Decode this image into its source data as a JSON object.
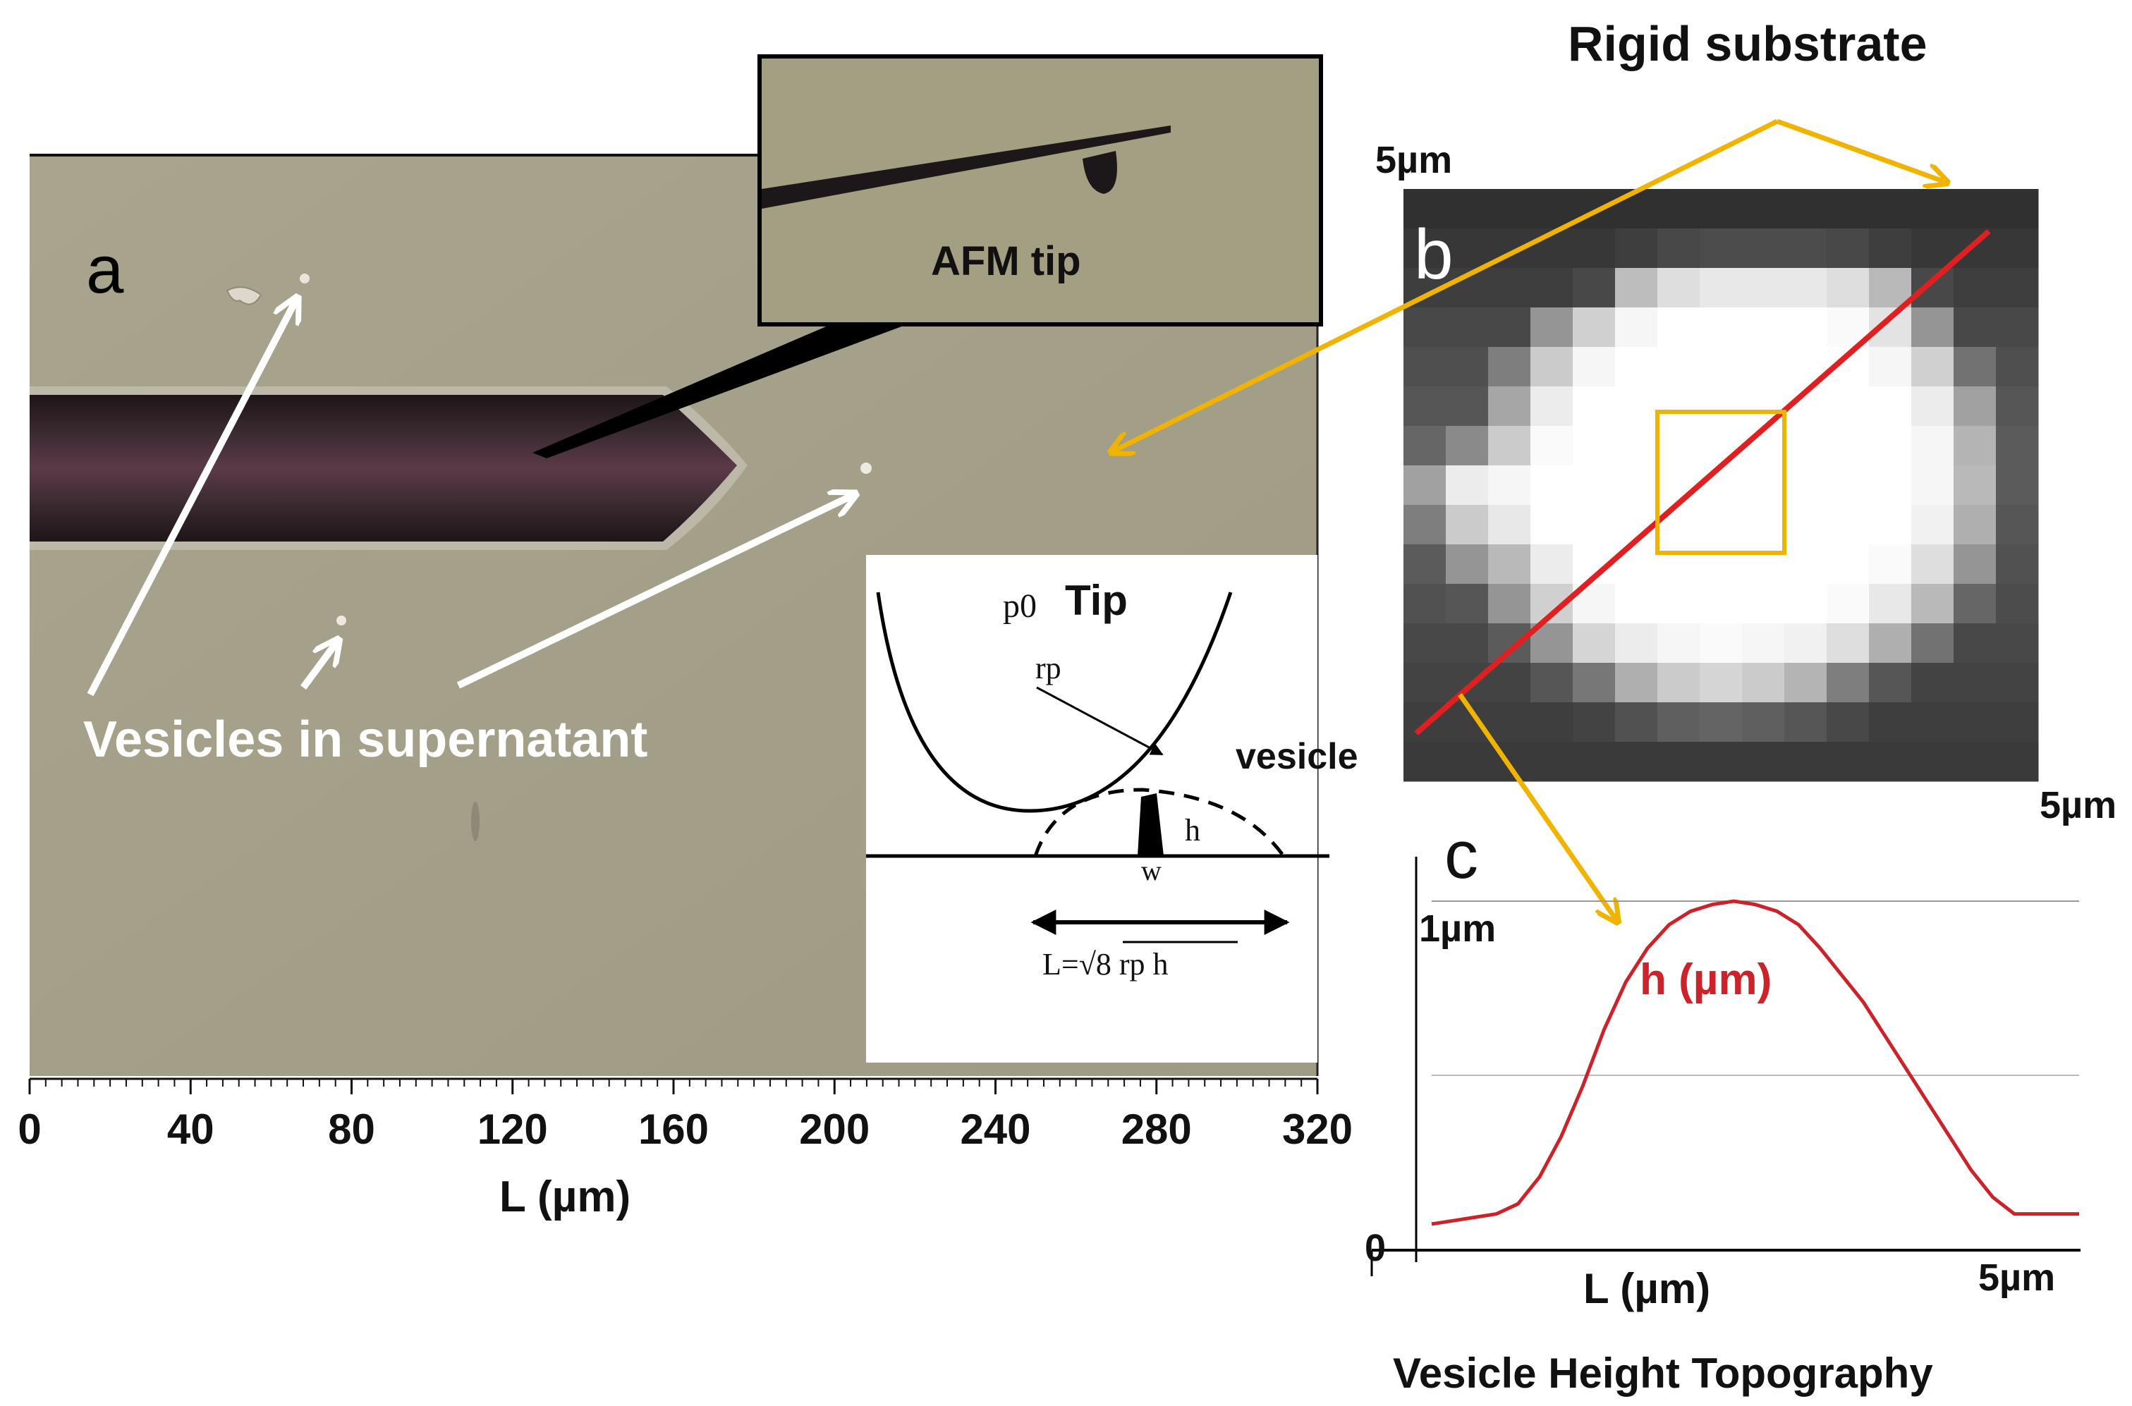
{
  "panel_a": {
    "letter": "a",
    "inset_label": "AFM tip",
    "annotation": "Vesicles in supernatant",
    "x_ticks": [
      "0",
      "40",
      "80",
      "120",
      "160",
      "200",
      "240",
      "280",
      "320"
    ],
    "x_label": "L (µm)"
  },
  "schematic": {
    "symbol_p0": "p0",
    "tip_label": "Tip",
    "rp": "rp",
    "vesicle": "vesicle",
    "h": "h",
    "w": "w",
    "formula": "L=√8 rp h"
  },
  "panel_b": {
    "letter": "b",
    "title": "Rigid substrate",
    "top_scale": "5µm",
    "right_scale": "5µm",
    "grid_values": [
      [
        0.12,
        0.12,
        0.12,
        0.12,
        0.12,
        0.12,
        0.12,
        0.12,
        0.12,
        0.12,
        0.12,
        0.12,
        0.12,
        0.12,
        0.12
      ],
      [
        0.15,
        0.15,
        0.15,
        0.15,
        0.15,
        0.18,
        0.22,
        0.24,
        0.24,
        0.24,
        0.22,
        0.18,
        0.15,
        0.15,
        0.15
      ],
      [
        0.18,
        0.18,
        0.18,
        0.18,
        0.22,
        0.72,
        0.86,
        0.9,
        0.9,
        0.9,
        0.86,
        0.7,
        0.22,
        0.18,
        0.18
      ],
      [
        0.22,
        0.22,
        0.22,
        0.55,
        0.8,
        0.96,
        1.0,
        1.0,
        1.0,
        1.0,
        0.98,
        0.88,
        0.55,
        0.22,
        0.22
      ],
      [
        0.25,
        0.25,
        0.45,
        0.78,
        0.96,
        1.0,
        1.0,
        1.0,
        1.0,
        1.0,
        1.0,
        0.96,
        0.8,
        0.4,
        0.25
      ],
      [
        0.28,
        0.28,
        0.62,
        0.92,
        1.0,
        1.0,
        1.0,
        1.0,
        1.0,
        1.0,
        1.0,
        1.0,
        0.92,
        0.6,
        0.28
      ],
      [
        0.35,
        0.5,
        0.78,
        0.98,
        1.0,
        1.0,
        1.0,
        1.0,
        1.0,
        1.0,
        1.0,
        1.0,
        0.96,
        0.68,
        0.3
      ],
      [
        0.6,
        0.92,
        0.96,
        1.0,
        1.0,
        1.0,
        1.0,
        1.0,
        1.0,
        1.0,
        1.0,
        1.0,
        0.96,
        0.7,
        0.3
      ],
      [
        0.45,
        0.78,
        0.9,
        1.0,
        1.0,
        1.0,
        1.0,
        1.0,
        1.0,
        1.0,
        1.0,
        1.0,
        0.94,
        0.66,
        0.28
      ],
      [
        0.3,
        0.55,
        0.7,
        0.92,
        1.0,
        1.0,
        1.0,
        1.0,
        1.0,
        1.0,
        1.0,
        0.98,
        0.86,
        0.55,
        0.26
      ],
      [
        0.26,
        0.28,
        0.55,
        0.8,
        0.96,
        1.0,
        1.0,
        1.0,
        1.0,
        1.0,
        0.98,
        0.9,
        0.7,
        0.35,
        0.24
      ],
      [
        0.22,
        0.22,
        0.3,
        0.55,
        0.82,
        0.92,
        0.96,
        0.98,
        0.96,
        0.94,
        0.86,
        0.66,
        0.4,
        0.22,
        0.22
      ],
      [
        0.2,
        0.2,
        0.2,
        0.28,
        0.42,
        0.66,
        0.78,
        0.82,
        0.78,
        0.68,
        0.45,
        0.28,
        0.2,
        0.2,
        0.2
      ],
      [
        0.18,
        0.18,
        0.18,
        0.18,
        0.2,
        0.26,
        0.32,
        0.34,
        0.32,
        0.28,
        0.22,
        0.18,
        0.18,
        0.18,
        0.18
      ],
      [
        0.16,
        0.16,
        0.16,
        0.16,
        0.16,
        0.16,
        0.16,
        0.16,
        0.16,
        0.16,
        0.16,
        0.16,
        0.16,
        0.16,
        0.16
      ]
    ]
  },
  "panel_c": {
    "letter": "c",
    "y_top_label": "1µm",
    "y_zero_label": "0",
    "x_label": "L (µm)",
    "x_end_label": "5µm",
    "series_label": "h (µm)",
    "caption": "Vesicle Height Topography",
    "profile": [
      0.04,
      0.05,
      0.06,
      0.07,
      0.1,
      0.18,
      0.3,
      0.45,
      0.62,
      0.76,
      0.86,
      0.93,
      0.97,
      0.99,
      1.0,
      0.99,
      0.97,
      0.93,
      0.86,
      0.78,
      0.7,
      0.6,
      0.5,
      0.4,
      0.3,
      0.2,
      0.12,
      0.07,
      0.07,
      0.07,
      0.07
    ]
  },
  "colors": {
    "micrograph_bg": "#a39f88",
    "cantilever": "#2b1f23",
    "accent_orange": "#f0b400",
    "profile_red": "#cc2229",
    "line_red": "#e02020"
  }
}
